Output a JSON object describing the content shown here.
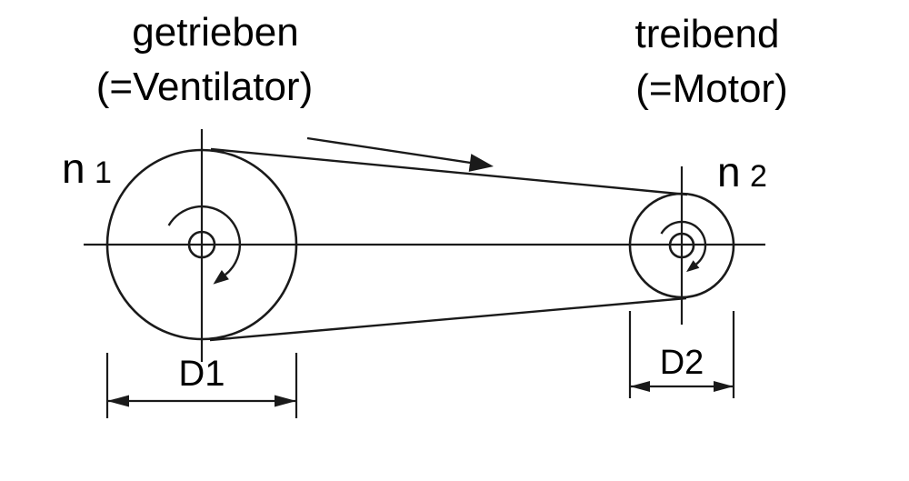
{
  "diagram": {
    "left_pulley": {
      "title_line1": "getrieben",
      "title_line2": "(=Ventilator)",
      "speed_symbol": "n",
      "speed_subscript": "1",
      "diameter_label": "D1"
    },
    "right_pulley": {
      "title_line1": "treibend",
      "title_line2": "(=Motor)",
      "speed_symbol": "n",
      "speed_subscript": "2",
      "diameter_label": "D2"
    }
  },
  "colors": {
    "line": "#1a1a1a",
    "text": "#000000",
    "background": "#ffffff"
  }
}
